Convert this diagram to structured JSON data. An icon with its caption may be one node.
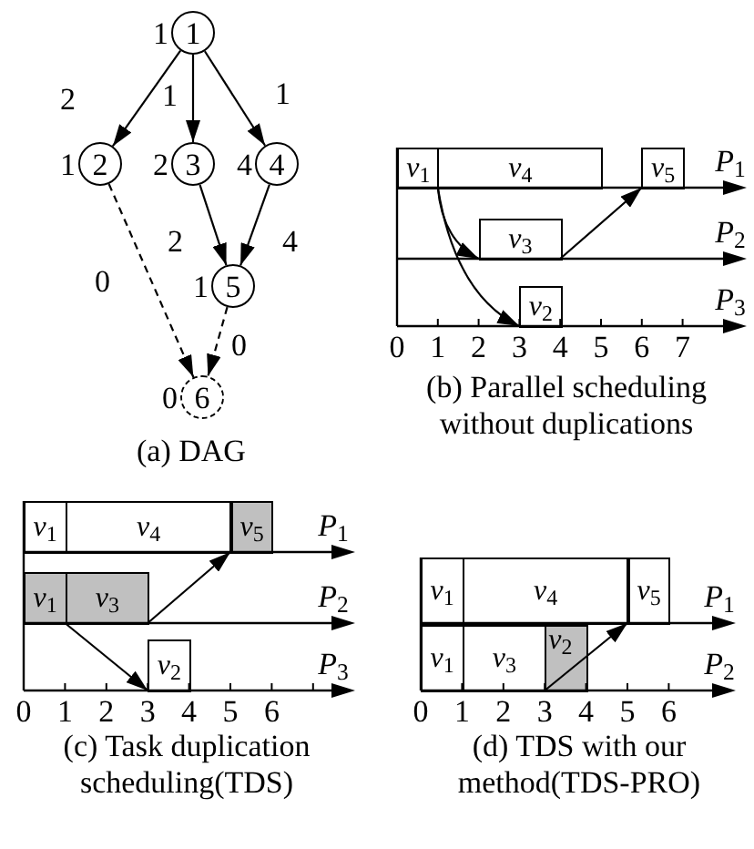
{
  "diagram": {
    "nodes": [
      {
        "text": [
          "1"
        ],
        "beside": [
          "1"
        ]
      },
      {
        "text": [
          "2"
        ],
        "beside": [
          "1"
        ]
      },
      {
        "text": [
          "3"
        ],
        "beside": [
          "2"
        ]
      },
      {
        "text": [
          "4"
        ],
        "beside": [
          "4"
        ]
      },
      {
        "text": [
          "5"
        ],
        "beside": [
          "1"
        ]
      },
      {
        "text": [
          "6"
        ],
        "beside": [
          "0"
        ]
      },
      {
        "text": [
          "*v*$_{1}$"
        ]
      },
      {
        "text": [
          "*v*$_{4}$"
        ]
      },
      {
        "text": [
          "*v*$_{5}$"
        ]
      },
      {
        "text": [
          "*v*$_{3}$"
        ]
      },
      {
        "text": [
          "*v*$_{2}$"
        ]
      },
      {
        "text": [
          "*v*$_{1}$"
        ]
      },
      {
        "text": [
          "*v*$_{4}$"
        ]
      },
      {
        "text": [
          "*v*$_{5}$"
        ]
      },
      {
        "text": [
          "*v*$_{1}$"
        ]
      },
      {
        "text": [
          "*v*$_{3}$"
        ]
      },
      {
        "text": [
          "*v*$_{2}$"
        ]
      },
      {
        "text": [
          "*v*$_{1}$"
        ]
      },
      {
        "text": [
          "*v*$_{4}$"
        ]
      },
      {
        "text": [
          "*v*$_{5}$"
        ]
      },
      {
        "text": [
          "*v*$_{1}$"
        ]
      },
      {
        "text": [
          "*v*$_{3}$"
        ]
      },
      {
        "text": [
          "*v*$_{2}$"
        ]
      }
    ],
    "edges": [
      {
        "from": 0,
        "to": 1,
        "arrow": "to",
        "label": "2"
      },
      {
        "from": 0,
        "to": 2,
        "arrow": "to",
        "label": "1"
      },
      {
        "from": 0,
        "to": 3,
        "arrow": "to",
        "label": "1"
      },
      {
        "from": 2,
        "to": 4,
        "arrow": "to",
        "label": "2"
      },
      {
        "from": 3,
        "to": 4,
        "arrow": "to",
        "label": "4"
      },
      {
        "from": 1,
        "to": 5,
        "arrow": "to",
        "label": "0",
        "style": "dashed"
      },
      {
        "from": 4,
        "to": 5,
        "arrow": "to",
        "label": "0",
        "style": "dashed"
      },
      {
        "from": 6,
        "to": 9,
        "arrow": "to"
      },
      {
        "from": 6,
        "to": 10,
        "arrow": "to"
      },
      {
        "from": 9,
        "to": 8,
        "arrow": "to"
      },
      {
        "from": 14,
        "to": 16,
        "arrow": "to"
      },
      {
        "from": 15,
        "to": 13,
        "arrow": "to"
      },
      {
        "from": 22,
        "to": 19,
        "arrow": "to"
      }
    ],
    "labels": [
      "*P*$_{1}$",
      "*P*$_{2}$",
      "*P*$_{3}$",
      "0",
      "1",
      "2",
      "3",
      "4",
      "5",
      "6",
      "7",
      "(a) DAG",
      "(b) Parallel scheduling without duplications",
      "*P*$_{1}$",
      "*P*$_{2}$",
      "*P*$_{3}$",
      "0",
      "1",
      "2",
      "3",
      "4",
      "5",
      "6",
      "*P*$_{1}$",
      "*P*$_{2}$",
      "0",
      "1",
      "2",
      "3",
      "4",
      "5",
      "6",
      "(c) Task duplication scheduling(TDS)",
      "(d) TDS with our method(TDS-PRO)"
    ]
  }
}
